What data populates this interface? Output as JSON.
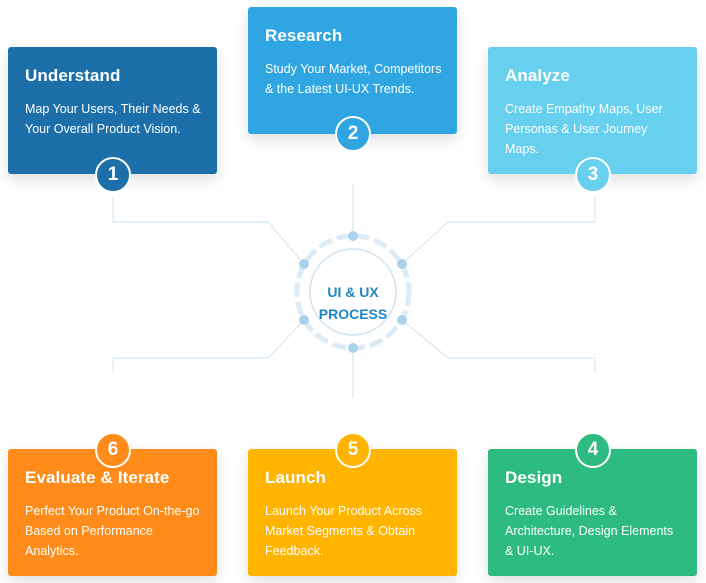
{
  "center": {
    "line1": "UI & UX",
    "line2": "PROCESS"
  },
  "steps": [
    {
      "number": "1",
      "title": "Understand",
      "description": "Map Your Users, Their Needs & Your Overall Product Vision.",
      "color": "#1d6fa9"
    },
    {
      "number": "2",
      "title": "Research",
      "description": "Study Your Market, Competitors & the Latest UI-UX Trends.",
      "color": "#2fa6e2"
    },
    {
      "number": "3",
      "title": "Analyze",
      "description": "Create Empathy Maps, User Personas & User Journey Maps.",
      "color": "#67d0ee"
    },
    {
      "number": "4",
      "title": "Design",
      "description": "Create Guidelines & Architecture, Design Elements & UI-UX.",
      "color": "#2dbb82"
    },
    {
      "number": "5",
      "title": "Launch",
      "description": "Launch Your Product Across Market Segments & Obtain Feedback.",
      "color": "#ffb400"
    },
    {
      "number": "6",
      "title": "Evaluate & Iterate",
      "description": "Perfect Your Product On-the-go Based on Performance Analytics.",
      "color": "#ff8c1a"
    }
  ]
}
